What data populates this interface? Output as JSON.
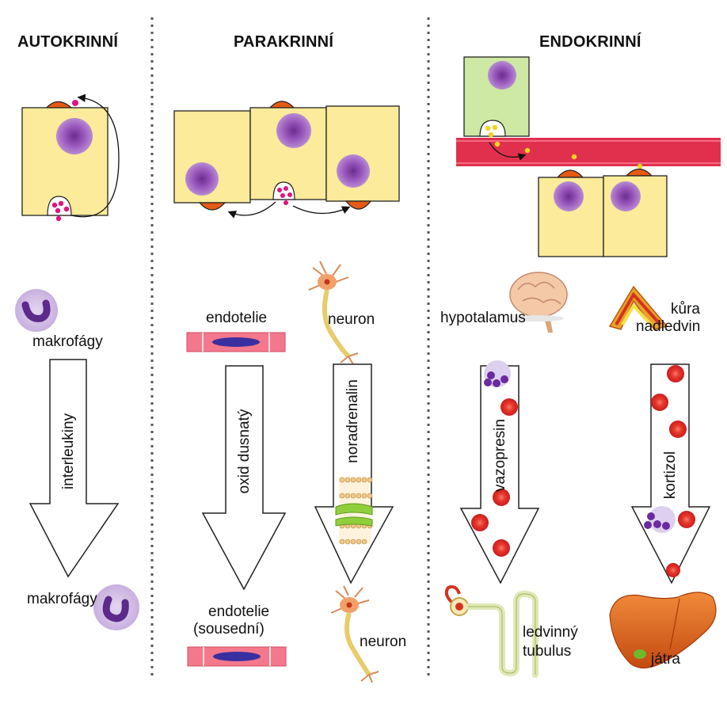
{
  "sections": {
    "autokrinni": {
      "title": "AUTOKRINNÍ",
      "source_label": "makrofágy",
      "signal_label": "interleukiny",
      "target_label": "makrofágy"
    },
    "parakrinni": {
      "title": "PARAKRINNÍ",
      "left": {
        "source_label": "endotelie",
        "signal_label": "oxid dusnatý",
        "target_label_line1": "endotelie",
        "target_label_line2": "(sousední)"
      },
      "right": {
        "source_label": "neuron",
        "signal_label": "noradrenalin",
        "target_label": "neuron"
      }
    },
    "endokrinni": {
      "title": "ENDOKRINNÍ",
      "left": {
        "source_label": "hypotalamus",
        "signal_label": "vazopresin",
        "target_label_line1": "ledvinný",
        "target_label_line2": "tubulus"
      },
      "right": {
        "source_label_line1": "kůra",
        "source_label_line2": "nadledvin",
        "signal_label": "kortizol",
        "target_label": "játra"
      }
    }
  },
  "colors": {
    "cell_yellow": "#fbeb9a",
    "cell_green": "#cde9a4",
    "nucleus_purple": "#a066c0",
    "receptor_orange": "#e65a14",
    "signal_pink": "#e0137f",
    "vessel_red": "#e0304e",
    "rbc_red": "#e52626",
    "divider": "#555555"
  }
}
